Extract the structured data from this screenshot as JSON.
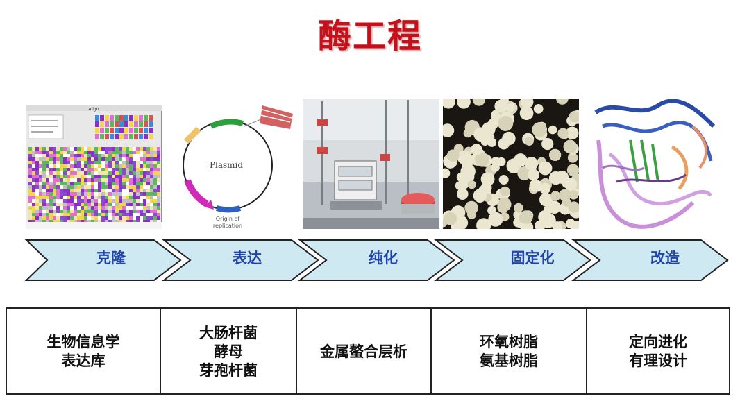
{
  "title": "酶工程",
  "images": [
    {
      "name": "cloning-alignment-image",
      "icon": "sequence-alignment-screenshot",
      "window_title": "Align"
    },
    {
      "name": "expression-plasmid-image",
      "icon": "plasmid-map",
      "plasmid_label": "Plasmid",
      "origin_label_1": "Origin of",
      "origin_label_2": "replication"
    },
    {
      "name": "purification-lab-image",
      "icon": "chromatography-lab-equipment"
    },
    {
      "name": "immobilization-beads-image",
      "icon": "resin-beads-photo"
    },
    {
      "name": "modification-protein-image",
      "icon": "protein-ribbon-structure"
    }
  ],
  "steps": [
    {
      "label": "克隆"
    },
    {
      "label": "表达"
    },
    {
      "label": "纯化"
    },
    {
      "label": "固定化"
    },
    {
      "label": "改造"
    }
  ],
  "colors": {
    "title": "#c8101a",
    "chevron_fill": "#cfe9f2",
    "chevron_stroke": "#222222",
    "step_text": "#2244a8"
  },
  "details": [
    {
      "lines": [
        "生物信息学",
        "表达库"
      ]
    },
    {
      "lines": [
        "大肠杆菌",
        "酵母",
        "芽孢杆菌"
      ]
    },
    {
      "lines": [
        "金属螯合层析"
      ]
    },
    {
      "lines": [
        "环氧树脂",
        "氨基树脂"
      ]
    },
    {
      "lines": [
        "定向进化",
        "有理设计"
      ]
    }
  ]
}
